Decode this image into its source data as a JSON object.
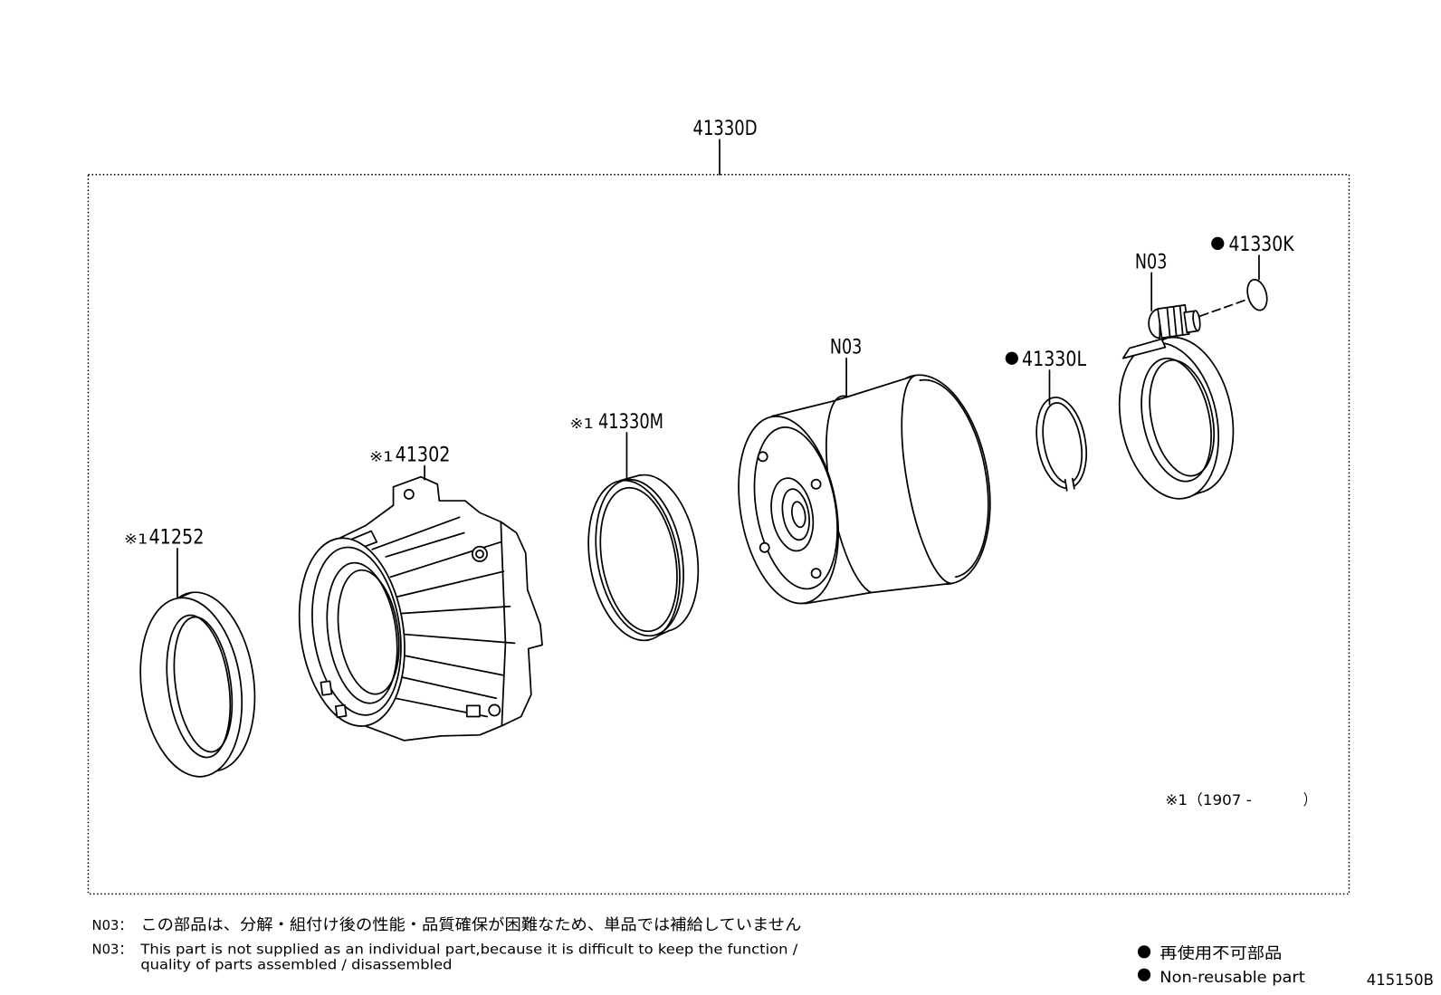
{
  "header": {
    "assembly": "41330D"
  },
  "callouts": {
    "p41252": {
      "marker": "※1",
      "number": "41252"
    },
    "p41302": {
      "marker": "※1",
      "number": "41302"
    },
    "p41330M": {
      "marker": "※1",
      "number": "41330M"
    },
    "n03_drum": {
      "number": "N03"
    },
    "p41330L": {
      "number": "41330L",
      "non_reusable": true
    },
    "n03_sensor": {
      "number": "N03"
    },
    "p41330K": {
      "number": "41330K",
      "non_reusable": true
    }
  },
  "footnote": {
    "range_open": "※1（1907 -",
    "range_close": "）"
  },
  "notes": [
    {
      "code": "N03：",
      "text": "この部品は、分解・組付け後の性能・品質確保が困難なため、単品では補給していません"
    },
    {
      "code": "N03：",
      "text": "This part is not supplied as an individual part,because it is difficult to keep the function /",
      "continuation": "quality of parts assembled / disassembled"
    }
  ],
  "legend": {
    "ja": "再使用不可部品",
    "en": "Non-reusable part"
  },
  "figure_id": "415150B",
  "colors": {
    "line": "#000000",
    "background": "#ffffff"
  }
}
